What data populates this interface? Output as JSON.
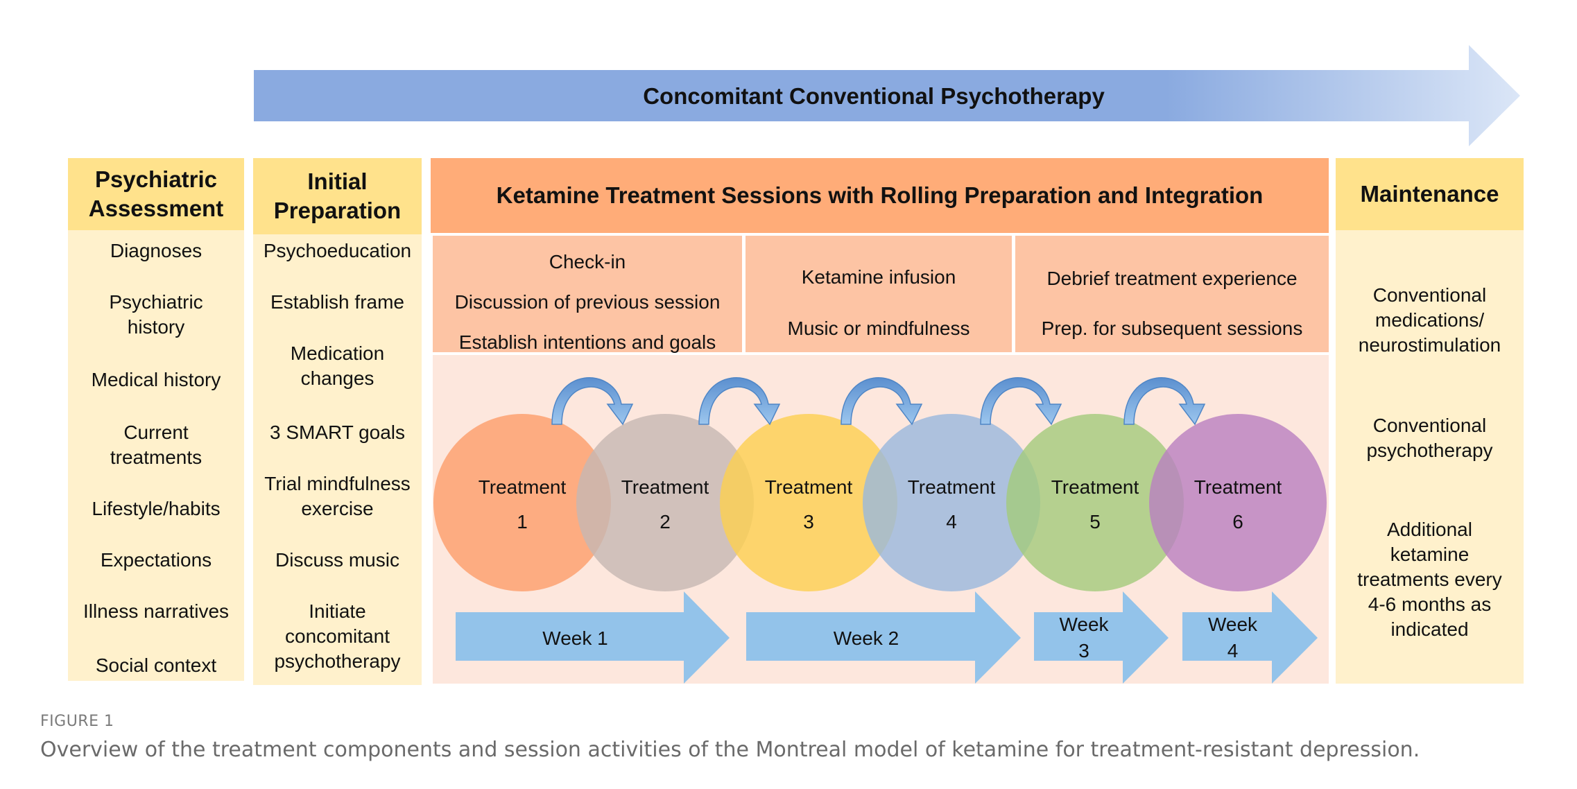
{
  "top_arrow": {
    "label": "Concomitant Conventional Psychotherapy"
  },
  "columns": {
    "psychiatric_assessment": {
      "title_lines": [
        "Psychiatric",
        "Assessment"
      ],
      "items": [
        "Diagnoses",
        "Psychiatric\nhistory",
        "Medical history",
        "Current\ntreatments",
        "Lifestyle/habits",
        "Expectations",
        "Illness narratives",
        "Social context"
      ]
    },
    "initial_preparation": {
      "title_lines": [
        "Initial",
        "Preparation"
      ],
      "items": [
        "Psychoeducation",
        "Establish frame",
        "Medication\nchanges",
        "3 SMART goals",
        "Trial mindfulness\nexercise",
        "Discuss music",
        "Initiate\nconcomitant\npsychotherapy"
      ]
    },
    "ketamine_sessions": {
      "title": "Ketamine Treatment Sessions with Rolling Preparation and Integration",
      "activities": [
        {
          "lines": [
            "Check-in",
            "Discussion of previous session",
            "Establish intentions and goals"
          ]
        },
        {
          "lines": [
            "Ketamine infusion",
            "Music or mindfulness"
          ]
        },
        {
          "lines": [
            "Debrief treatment experience",
            "Prep. for subsequent sessions"
          ]
        }
      ],
      "treatments": [
        {
          "label": "Treatment",
          "number": "1",
          "color": "#fd9d6a"
        },
        {
          "label": "Treatment",
          "number": "2",
          "color": "#c6b8b3"
        },
        {
          "label": "Treatment",
          "number": "3",
          "color": "#fdd050"
        },
        {
          "label": "Treatment",
          "number": "4",
          "color": "#98b8dd"
        },
        {
          "label": "Treatment",
          "number": "5",
          "color": "#a3ca7c"
        },
        {
          "label": "Treatment",
          "number": "6",
          "color": "#b97fc0"
        }
      ],
      "weeks": [
        {
          "lines": [
            "Week 1"
          ]
        },
        {
          "lines": [
            "Week 2"
          ]
        },
        {
          "lines": [
            "Week",
            "3"
          ]
        },
        {
          "lines": [
            "Week",
            "4"
          ]
        }
      ]
    },
    "maintenance": {
      "title": "Maintenance",
      "items": [
        "Conventional\nmedications/\nneurostimulation",
        "Conventional\npsychotherapy",
        "Additional\nketamine\ntreatments every\n4-6 months as\nindicated"
      ]
    }
  },
  "colors": {
    "header_yellow": "#ffe28c",
    "body_yellow": "#fff1cc",
    "ketamine_header": "#ffac78",
    "activity_bg": "#fdc4a4",
    "lower_bg": "#fde7dd",
    "arrow_blue": "#8aaae0",
    "week_arrow": "#93c3ea",
    "curve_arrow": "#6aa2dc"
  },
  "caption": {
    "label": "FIGURE 1",
    "text": "Overview of the treatment components and session activities of the Montreal model of ketamine for treatment-resistant depression."
  }
}
